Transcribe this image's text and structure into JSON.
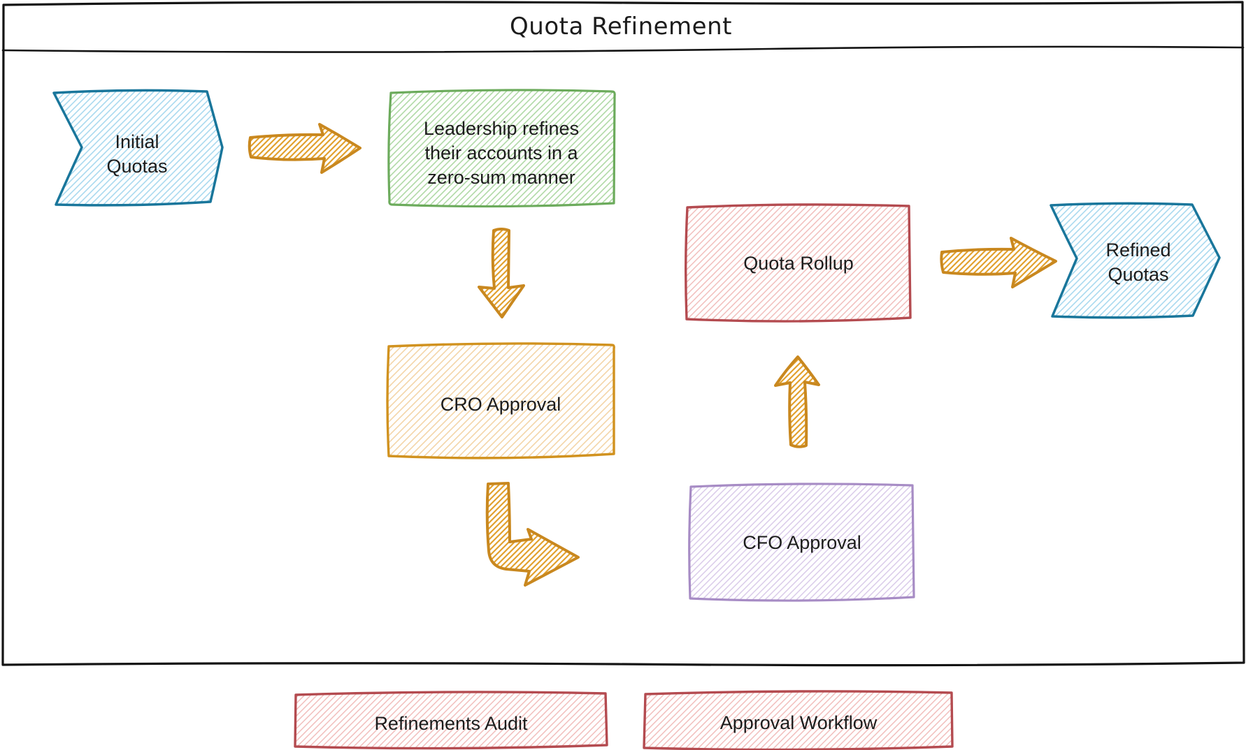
{
  "diagram": {
    "title": "Quota Refinement",
    "frame": {
      "border_color": "#141414",
      "background": "#ffffff"
    },
    "connectors": {
      "color": "#c9881f",
      "hatch_color": "#e2a12e",
      "count": 5
    },
    "nodes": {
      "initial_quotas": {
        "lines": [
          "Initial",
          "Quotas"
        ],
        "shape": "chevron",
        "color": "#19769b",
        "hatch": "#a9d9ef"
      },
      "leadership_refines": {
        "lines": [
          "Leadership refines",
          "their accounts in a",
          "zero-sum manner"
        ],
        "shape": "rectangle",
        "color": "#6cab5c",
        "hatch": "#b0d9a6"
      },
      "cro_approval": {
        "label": "CRO Approval",
        "shape": "rectangle",
        "color": "#d1921f",
        "hatch": "#f3d5a8"
      },
      "cfo_approval": {
        "label": "CFO Approval",
        "shape": "rectangle",
        "color": "#a78cc5",
        "hatch": "#d9cae9"
      },
      "quota_rollup": {
        "label": "Quota Rollup",
        "shape": "rectangle",
        "color": "#b44b50",
        "hatch": "#f1bdbb"
      },
      "refined_quotas": {
        "lines": [
          "Refined",
          "Quotas"
        ],
        "shape": "chevron",
        "color": "#19769b",
        "hatch": "#a9d9ef"
      },
      "refinements_audit": {
        "label": "Refinements Audit",
        "shape": "rectangle",
        "color": "#b44b50",
        "hatch": "#f1bdbb"
      },
      "approval_workflow": {
        "label": "Approval Workflow",
        "shape": "rectangle",
        "color": "#b44b50",
        "hatch": "#f1bdbb"
      }
    }
  }
}
